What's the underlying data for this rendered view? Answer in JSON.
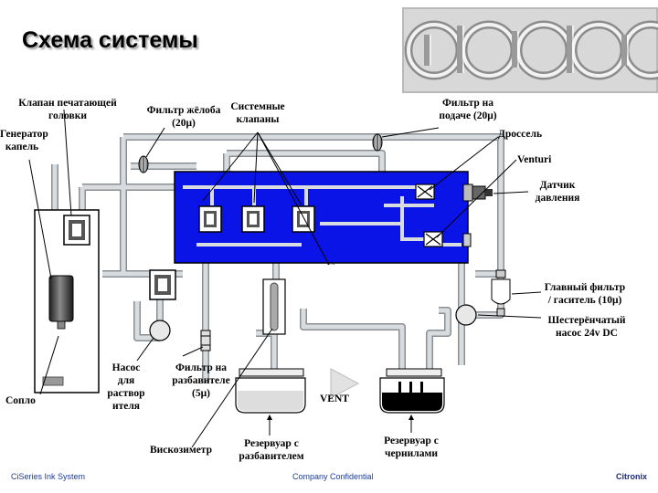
{
  "slide": {
    "title": "Схема системы"
  },
  "labels": {
    "printhead_valve": [
      "Клапан печатающей",
      "головки"
    ],
    "drop_generator": [
      "Генератор",
      "капель"
    ],
    "gutter_filter": [
      "Фильтр жёлоба",
      "(20μ)"
    ],
    "system_valves": [
      "Системные",
      "клапаны"
    ],
    "feed_filter": [
      "Фильтр на",
      "подаче (20μ)"
    ],
    "throttle": "Дроссель",
    "venturi": "Venturi",
    "pressure_sensor": [
      "Датчик",
      "давления"
    ],
    "main_filter": [
      "Главный фильтр",
      "/ гаситель (10μ)"
    ],
    "gear_pump": [
      "Шестерёнчатый",
      "насос 24v DC"
    ],
    "solvent_pump": [
      "Насос",
      "для",
      "раствор",
      "ителя"
    ],
    "solvent_filter": [
      "Фильтр на",
      "разбавителе",
      "(5μ)"
    ],
    "nozzle": "Сопло",
    "viscometer": "Вискозиметр",
    "vent": "VENT",
    "solvent_tank": [
      "Резервуар с",
      "разбавителем"
    ],
    "ink_tank": [
      "Резервуар с",
      "чернилами"
    ]
  },
  "footer": {
    "left": "CiSeries Ink System",
    "center": "Company Confidential",
    "right": "Citronix"
  },
  "colors": {
    "manifold": "#0a14e6",
    "pipe": "#cfd3d6",
    "pipe_edge": "#8a8f94",
    "ink": "#000000",
    "footer_text": "#1a3a9a"
  }
}
